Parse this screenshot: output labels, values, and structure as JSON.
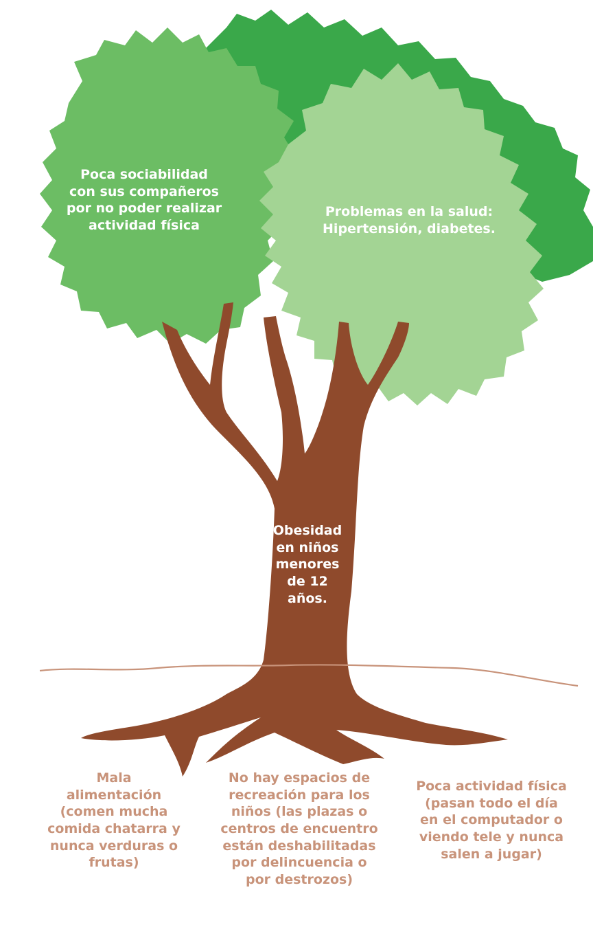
{
  "colors": {
    "crown_back": "#3aa84a",
    "crown_left": "#6cbd64",
    "crown_right": "#a3d494",
    "trunk": "#8f4a2c",
    "ground": "#c8937a",
    "root_text": "#c8937a",
    "leaf_text": "#ffffff"
  },
  "effects": {
    "left": [
      "Poca sociabilidad",
      "con sus compañeros",
      "por no poder realizar",
      "actividad física"
    ],
    "right": [
      "Problemas en la salud:",
      "Hipertensión, diabetes."
    ]
  },
  "problem": [
    "Obesidad",
    "en niños",
    "menores",
    "de 12",
    "años."
  ],
  "causes": {
    "left": [
      "Mala",
      "alimentación",
      "(comen mucha",
      "comida chatarra y",
      "nunca verduras o",
      "frutas)"
    ],
    "center": [
      "No hay espacios de",
      "recreación para los",
      "niños (las plazas o",
      "centros de encuentro",
      "están deshabilitadas",
      "por delincuencia o",
      "por destrozos)"
    ],
    "right": [
      "Poca actividad física",
      "(pasan todo el día",
      "en el computador o",
      "viendo tele y nunca",
      "salen a jugar)"
    ]
  }
}
